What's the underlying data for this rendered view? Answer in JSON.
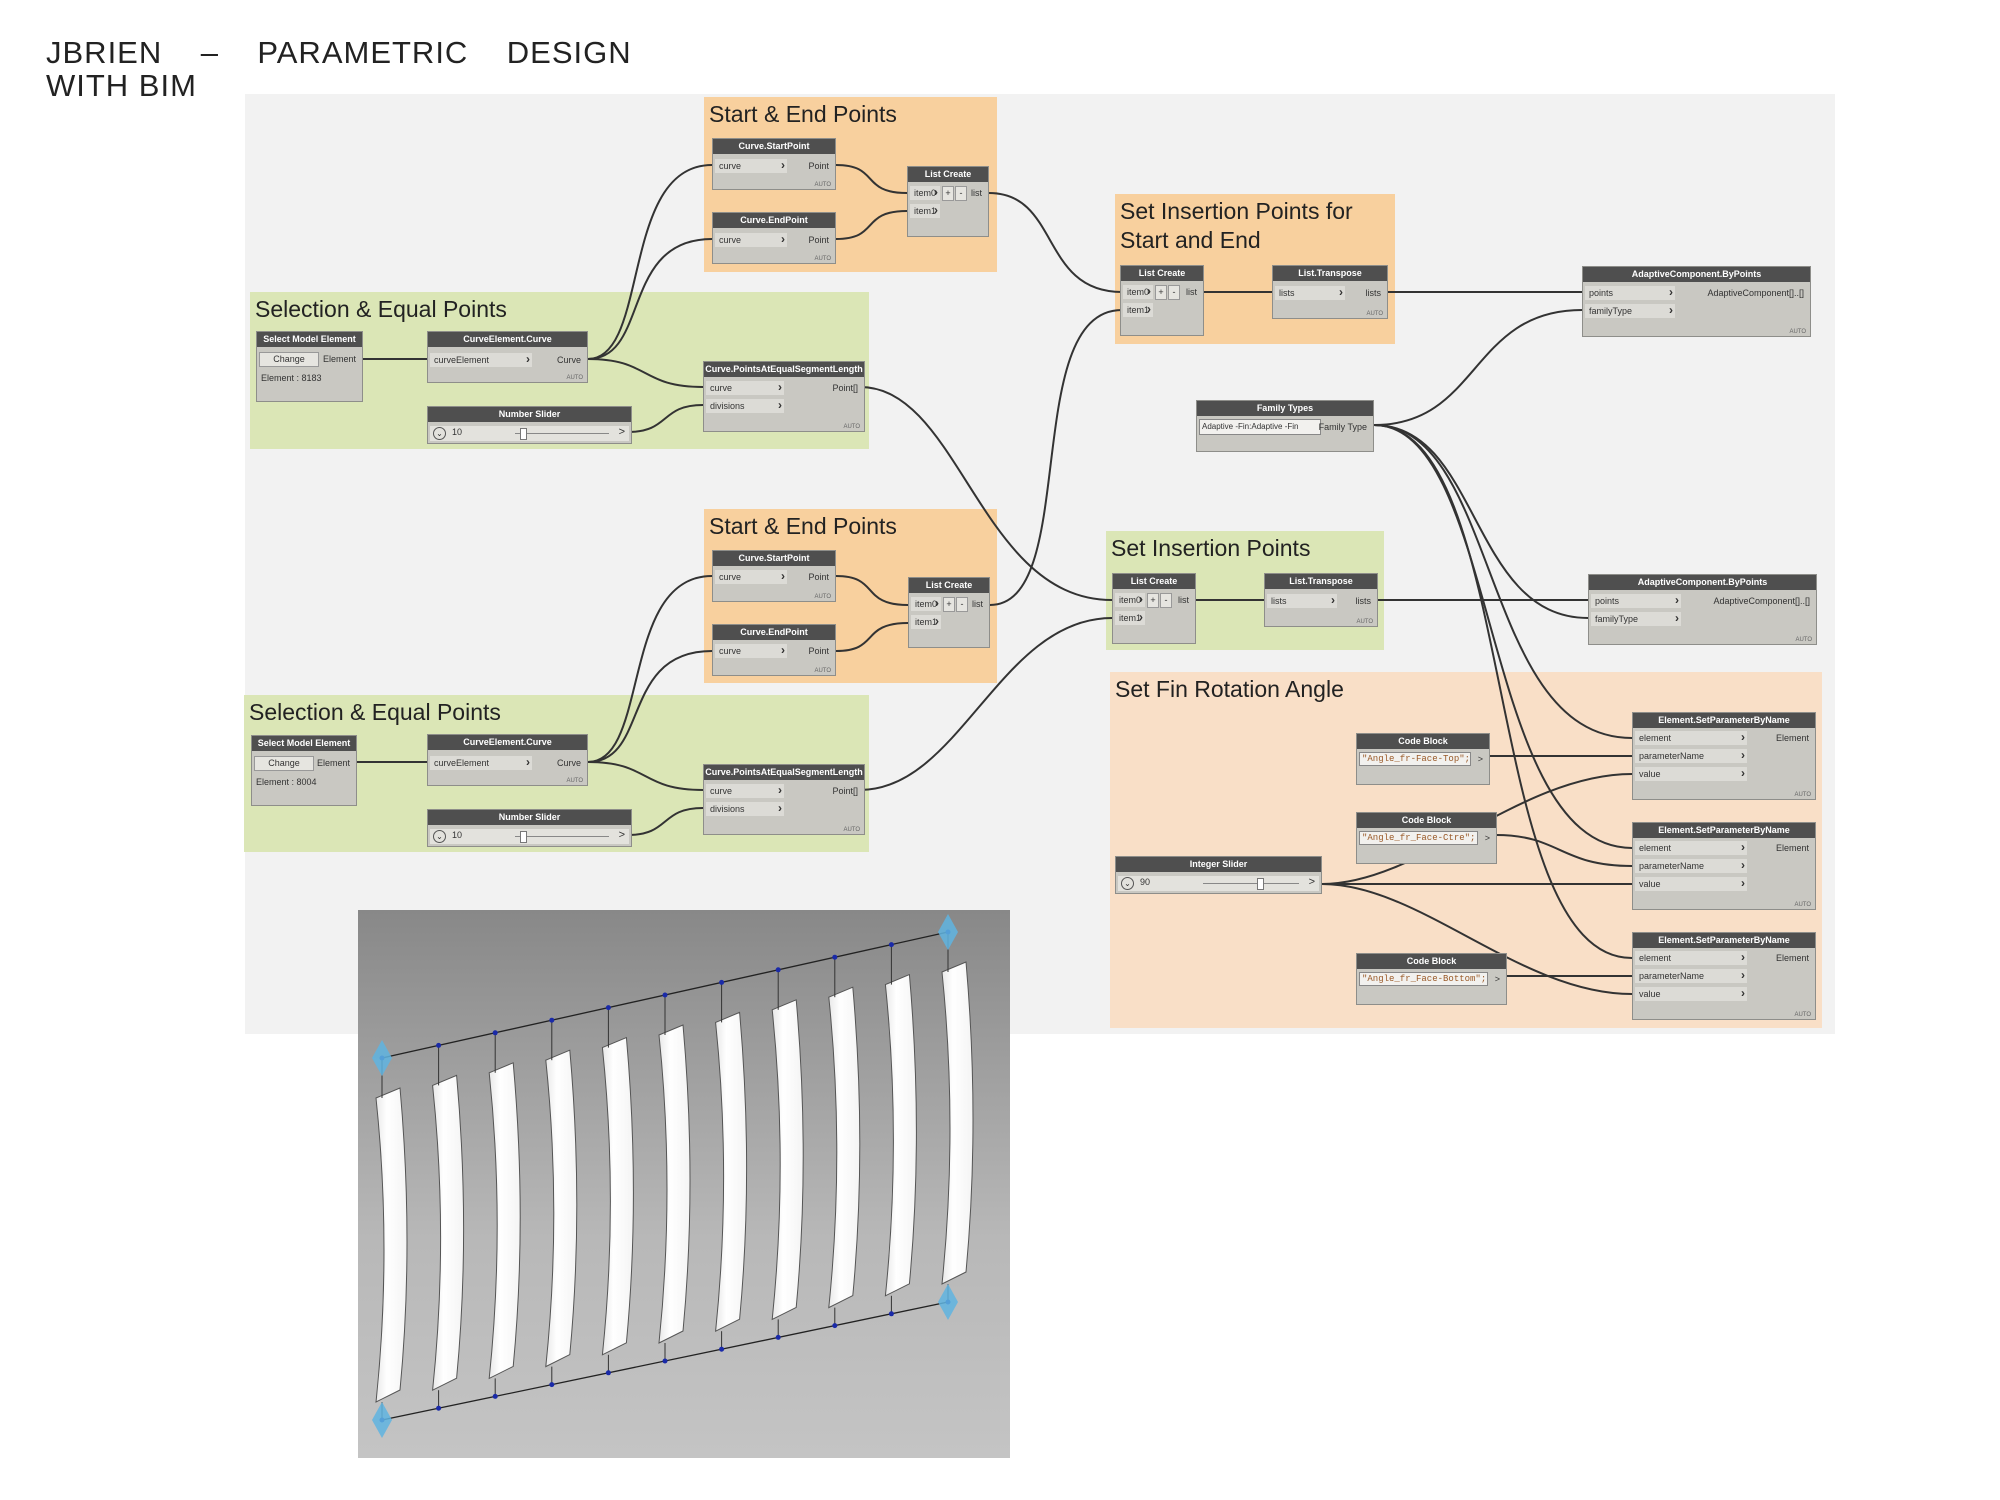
{
  "page": {
    "title_line1": "JBRIEN    –    PARAMETRIC    DESIGN",
    "title_line2": "WITH BIM"
  },
  "colors": {
    "orange_group": "#f8d09e",
    "green_group": "#dbe6b6",
    "peach_group": "#f9dfc7",
    "node_header": "#4f4f4f",
    "node_body": "#c9c8c2",
    "wire": "#333333",
    "canvas": "#f2f2f2"
  },
  "groups": {
    "start_end_1": "Start & End Points",
    "start_end_2": "Start & End Points",
    "selection_1": "Selection & Equal Points",
    "selection_2": "Selection & Equal Points",
    "set_insertion_start_end": "Set Insertion Points for\nStart and End",
    "set_insertion": "Set Insertion Points",
    "fin_rotation": "Set Fin Rotation Angle"
  },
  "nodes": {
    "select_model_element": "Select Model Element",
    "change": "Change",
    "element": "Element",
    "element_id_1": "Element : 8183",
    "element_id_2": "Element : 8004",
    "curve_element_curve": "CurveElement.Curve",
    "curveElement": "curveElement",
    "curve_out": "Curve",
    "number_slider": "Number Slider",
    "slider_value": "10",
    "points_equal": "Curve.PointsAtEqualSegmentLength",
    "curve": "curve",
    "divisions": "divisions",
    "point_array": "Point[]",
    "start_point": "Curve.StartPoint",
    "end_point": "Curve.EndPoint",
    "point": "Point",
    "list_create": "List Create",
    "item0": "item0",
    "item1": "item1",
    "list": "list",
    "list_transpose": "List.Transpose",
    "lists": "lists",
    "adaptive_component": "AdaptiveComponent.ByPoints",
    "points": "points",
    "familyType": "familyType",
    "adaptive_out": "AdaptiveComponent[]..[]",
    "family_types": "Family Types",
    "family_value": "Adaptive -Fin:Adaptive -Fin",
    "family_type_out": "Family Type",
    "code_block": "Code Block",
    "code_top": "\"Angle_fr-Face-Top\";",
    "code_ctre": "\"Angle_fr_Face-Ctre\";",
    "code_bottom": "\"Angle_fr_Face-Bottom\";",
    "integer_slider": "Integer Slider",
    "int_value": "90",
    "set_param": "Element.SetParameterByName",
    "param_element": "element",
    "parameterName": "parameterName",
    "value": "value",
    "element_out": "Element",
    "auto": "AUTO",
    "plus": "+",
    "minus": "-",
    "arrow": ">"
  }
}
